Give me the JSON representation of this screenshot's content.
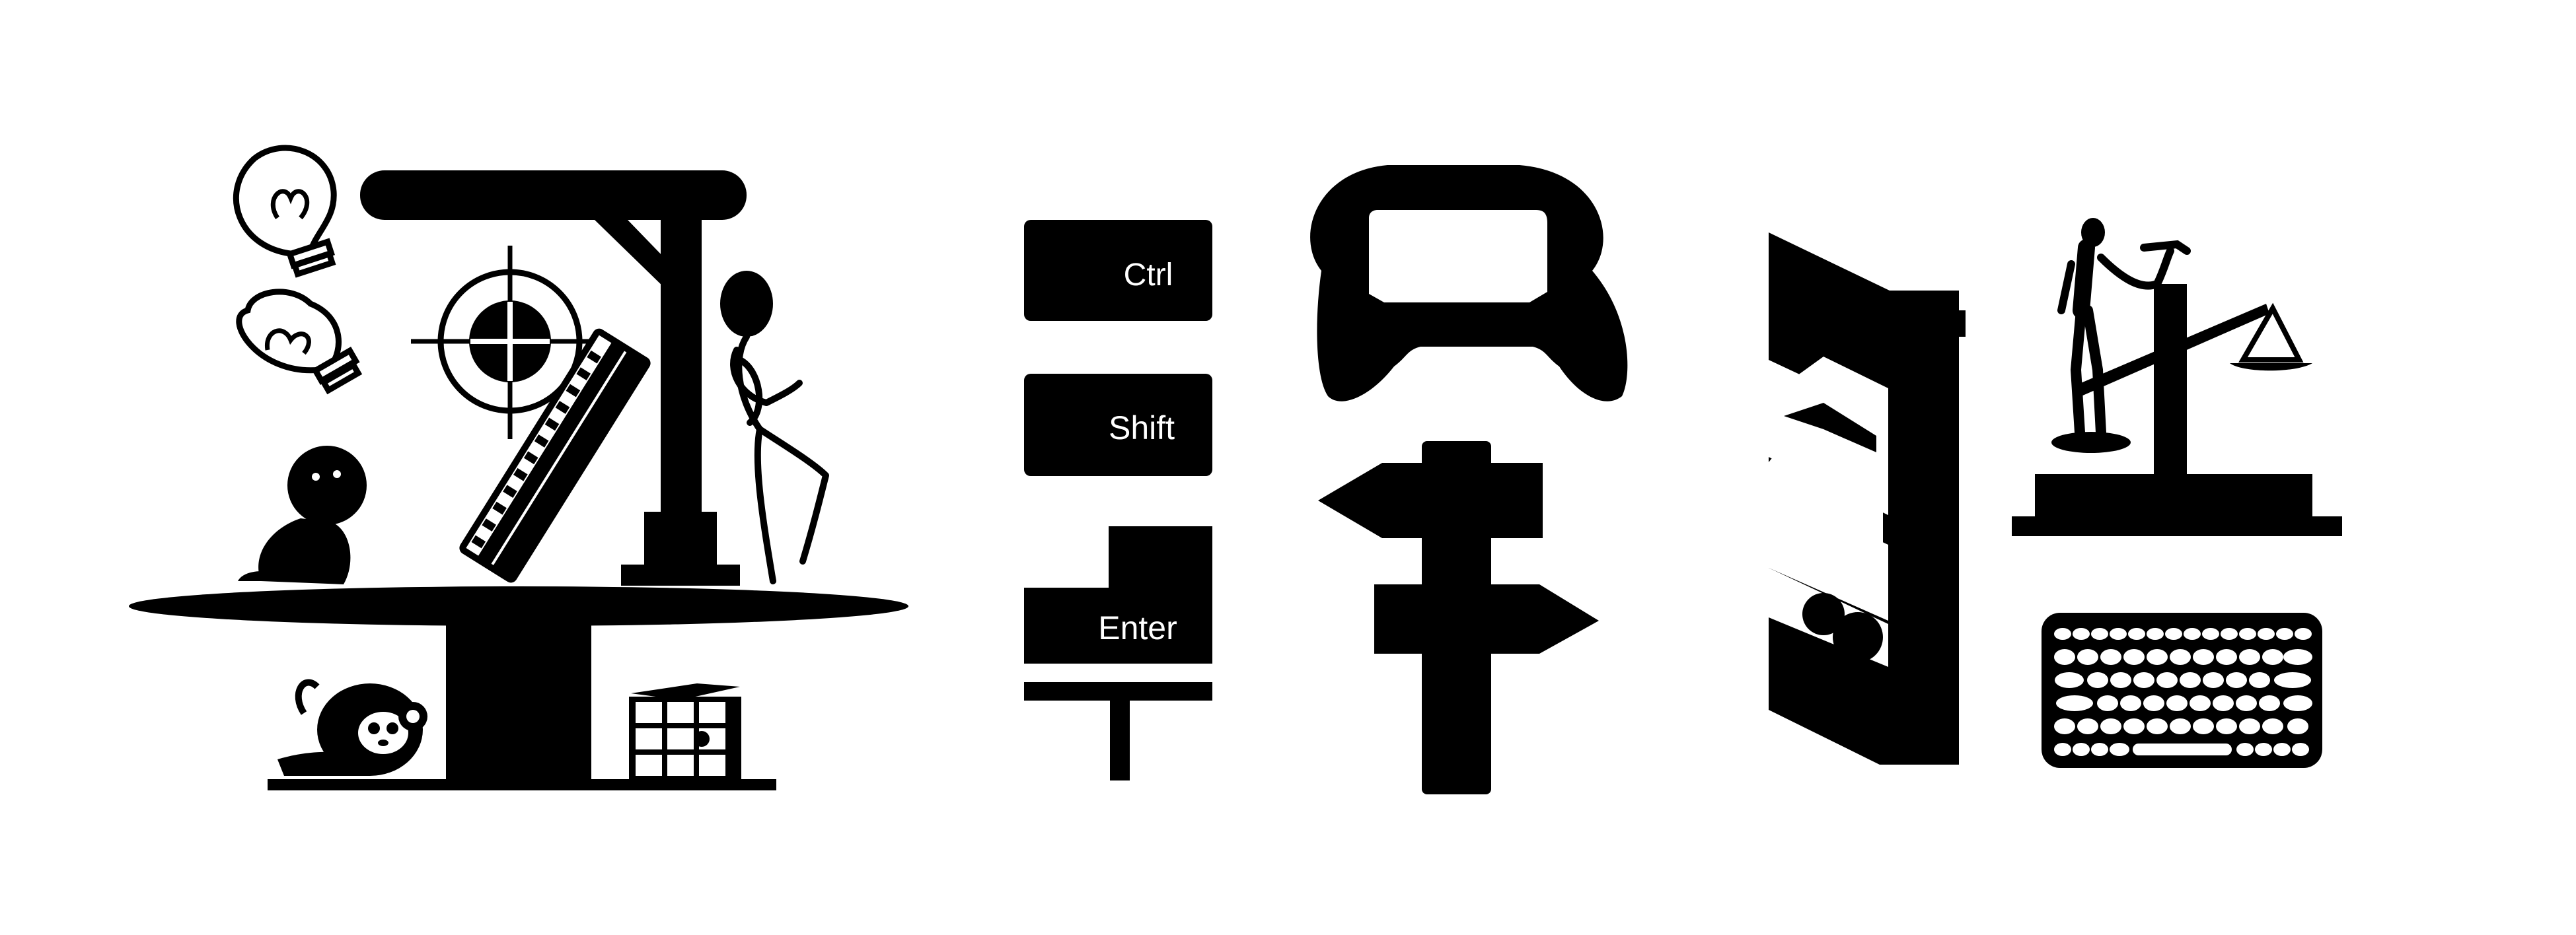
{
  "palette": {
    "ink": "#000000",
    "paper": "#ffffff"
  },
  "keys": {
    "ctrl_label": "Ctrl",
    "shift_label": "Shift",
    "enter_label": "Enter"
  },
  "icons": [
    "lightbulb-icon",
    "crosshair-target-icon",
    "gallows-icon",
    "harmonica-icon",
    "stick-figure-icon",
    "sitting-figure-icon",
    "hamster-icon",
    "rubiks-cube-icon",
    "game-controller-icon",
    "signpost-icon",
    "shelf-icon",
    "art-mannequin-icon",
    "balance-scale-icon",
    "keyboard-icon"
  ]
}
